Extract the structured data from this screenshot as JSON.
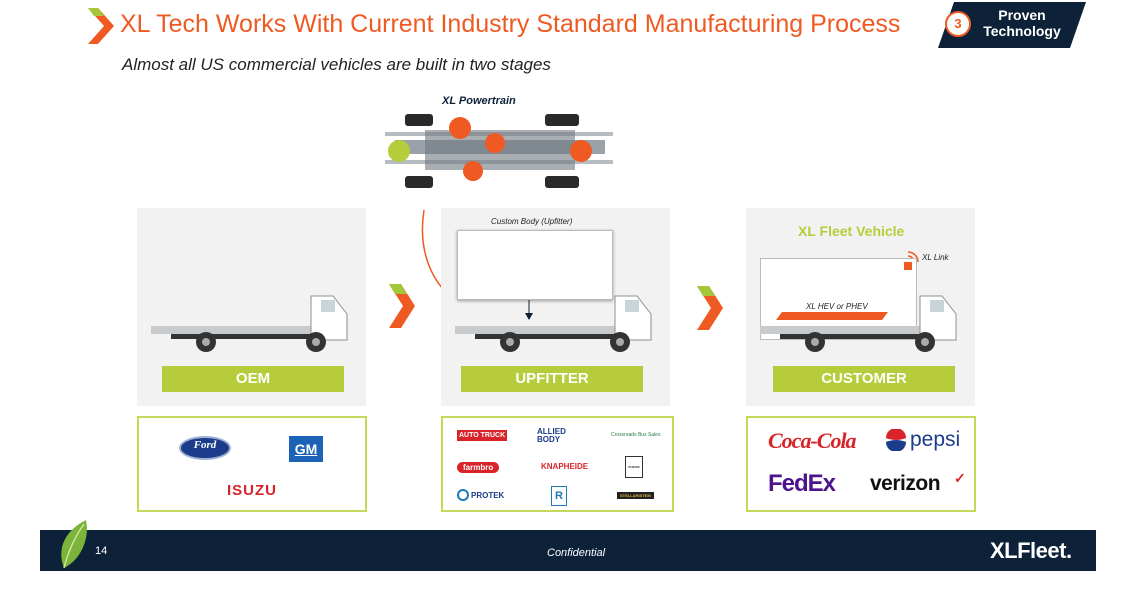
{
  "header": {
    "title": "XL Tech Works With Current Industry Standard Manufacturing Process",
    "subtitle": "Almost all US commercial vehicles are built in two stages",
    "badge_number": "3",
    "badge_line1": "Proven",
    "badge_line2": "Technology"
  },
  "powertrain": {
    "label": "XL Powertrain"
  },
  "stages": [
    {
      "label": "OEM"
    },
    {
      "label": "UPFITTER",
      "body_caption": "Custom Body (Upfitter)"
    },
    {
      "label": "CUSTOMER",
      "vehicle_title": "XL Fleet Vehicle",
      "link_label": "XL Link",
      "hev_label": "XL HEV or PHEV"
    }
  ],
  "oem_logos": [
    "Ford",
    "GM",
    "ISUZU"
  ],
  "upfitter_logos": [
    "AUTO TRUCK",
    "ALLIED BODY",
    "Crossroads Bus Sales",
    "farmbro",
    "KNAPHEIDE",
    "PHENIX",
    "PROTEK",
    "R",
    "STELLARISTEM"
  ],
  "customer_logos": [
    "Coca-Cola",
    "pepsi",
    "FedEx",
    "verizon"
  ],
  "footer": {
    "page_number": "14",
    "confidential": "Confidential",
    "brand": "XLFleet."
  },
  "colors": {
    "accent": "#ef5a23",
    "green": "#b6cc3a",
    "navy": "#0d2138"
  }
}
